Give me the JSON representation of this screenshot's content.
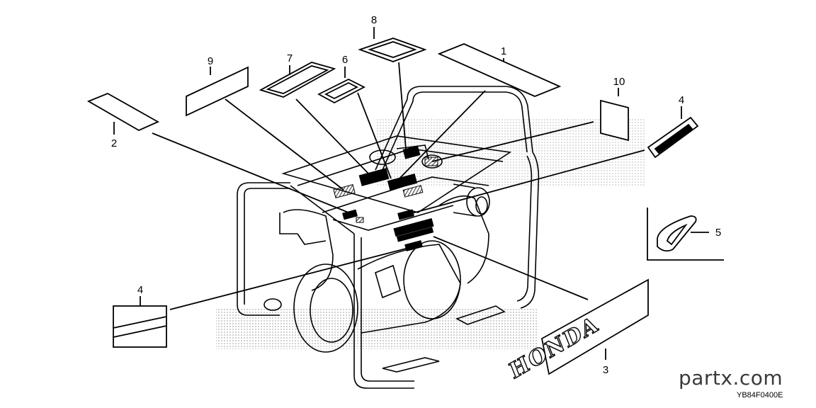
{
  "callouts": {
    "c1": "1",
    "c2": "2",
    "c3": "3",
    "c4a": "4",
    "c4b": "4",
    "c5": "5",
    "c6": "6",
    "c7": "7",
    "c8": "8",
    "c9": "9",
    "c10": "10"
  },
  "brand_label": "HONDA",
  "watermark": "partx.com",
  "diagram_code": "YB84F0400E",
  "colors": {
    "ink": "#000000",
    "watermark_dots": "#c8c8c8",
    "background": "#ffffff"
  }
}
